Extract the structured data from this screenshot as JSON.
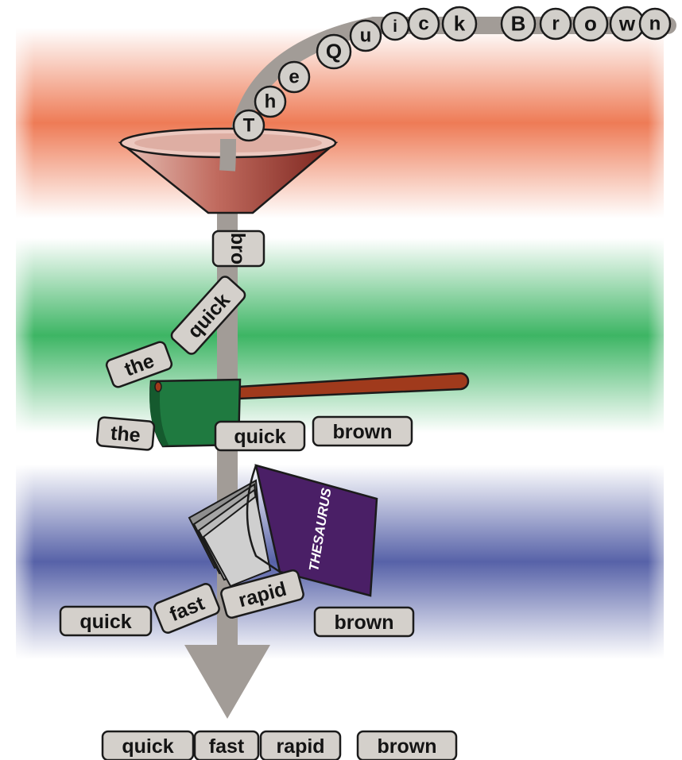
{
  "stage1": {
    "beads": [
      "T",
      "h",
      "e",
      "Q",
      "u",
      "i",
      "c",
      "k",
      "B",
      "r",
      "o",
      "w",
      "n"
    ]
  },
  "stage2": {
    "funnel_output": [
      "bro",
      "quick",
      "the"
    ]
  },
  "stage3": {
    "tokens": [
      "the",
      "quick",
      "brown"
    ]
  },
  "stage4": {
    "book_label": "THESAURUS",
    "synonyms": [
      "quick",
      "fast",
      "rapid"
    ],
    "unchanged": [
      "brown"
    ]
  },
  "result": {
    "tokens": [
      "quick",
      "fast",
      "rapid",
      "brown"
    ]
  },
  "colors": {
    "band_top": "#ee7b56",
    "band_middle": "#3db564",
    "band_bottom": "#5762a8",
    "funnel": "#b04a42",
    "axe_head": "#1f7a40",
    "axe_handle": "#a03a1c",
    "book": "#4a1f66",
    "stream": "#a29c97",
    "tile": "#d4d0cb"
  }
}
